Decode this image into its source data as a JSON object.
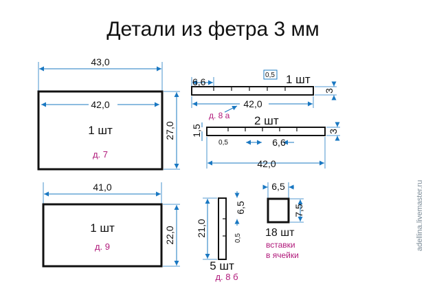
{
  "title": "Детали из фетра 3 мм",
  "watermark": "adellina.livemaster.ru",
  "colors": {
    "dimension": "#1a78c2",
    "reference": "#b0187a",
    "outline": "#111111"
  },
  "part_d7": {
    "outer_width": "43,0",
    "inner_width": "42,0",
    "height": "27,0",
    "qty": "1 шт",
    "ref": "д. 7"
  },
  "part_d9": {
    "width": "41,0",
    "height": "22,0",
    "qty": "1 шт",
    "ref": "д. 9"
  },
  "part_d8a": {
    "strip1_qty": "1 шт",
    "strip1_offset": "6,6",
    "strip1_slot": "0,5",
    "strip1_length": "42,0",
    "strip1_height": "3",
    "ref": "д. 8 а",
    "strip2_qty": "2 шт",
    "strip2_left": "1,5",
    "strip2_slot": "0,5",
    "strip2_step": "6,6",
    "strip2_height": "3",
    "strip2_length": "42,0"
  },
  "part_d8b": {
    "height": "21,0",
    "step": "6,5",
    "slot": "0,5",
    "qty": "5 шт",
    "ref": "д. 8 б"
  },
  "insert": {
    "width": "6,5",
    "height": "7,5",
    "qty": "18 шт",
    "note_line1": "вставки",
    "note_line2": "в ячейки"
  }
}
